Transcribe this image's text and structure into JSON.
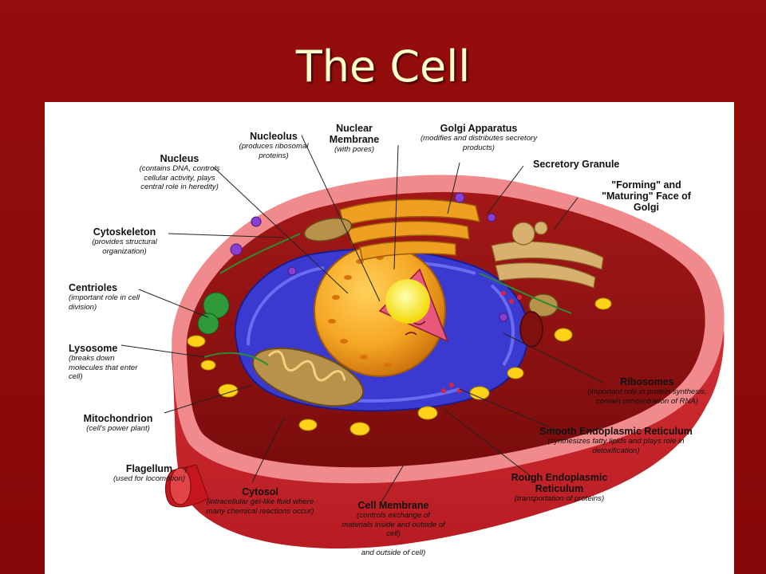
{
  "slide": {
    "title": "The Cell"
  },
  "labels": {
    "nucleolus": {
      "name": "Nucleolus",
      "desc": "(produces ribosomal proteins)"
    },
    "nuclear_membrane": {
      "name": "Nuclear Membrane",
      "desc": "(with pores)"
    },
    "golgi": {
      "name": "Golgi Apparatus",
      "desc": "(modifies and distributes secretory products)"
    },
    "secretory_granule": {
      "name": "Secretory Granule"
    },
    "golgi_face": {
      "name": "\"Forming\" and \"Maturing\" Face of Golgi"
    },
    "nucleus": {
      "name": "Nucleus",
      "desc": "(contains DNA, controls cellular activity, plays central role in heredity)"
    },
    "cytoskeleton": {
      "name": "Cytoskeleton",
      "desc": "(provides structural organization)"
    },
    "centrioles": {
      "name": "Centrioles",
      "desc": "(important role in cell division)"
    },
    "lysosome": {
      "name": "Lysosome",
      "desc": "(breaks down molecules that enter cell)"
    },
    "mitochondrion": {
      "name": "Mitochondrion",
      "desc": "(cell's power plant)"
    },
    "flagellum": {
      "name": "Flagellum",
      "desc": "(used for locomotion)"
    },
    "cytosol": {
      "name": "Cytosol",
      "desc": "(intracellular gel-like fluid where many chemical reactions occur)"
    },
    "cell_membrane": {
      "name": "Cell Membrane",
      "desc": "(controls exchange of materials inside and outside of cell)"
    },
    "ribosomes": {
      "name": "Ribosomes",
      "desc": "(important role in protein synthesis, contain concentration of RNA)"
    },
    "smooth_er": {
      "name": "Smooth Endoplasmic Reticulum",
      "desc": "(synthesizes fatty lipids and plays role in detoxification)"
    },
    "rough_er": {
      "name": "Rough Endoplasmic Reticulum",
      "desc": "(transportation of proteins)"
    },
    "cut_off_text": "and outside of cell)"
  },
  "colors": {
    "slide_background": "#8b0a0a",
    "title_text": "#ffffcc",
    "cell_membrane": "#d8252b",
    "cytosol": "#9b1414",
    "nucleus": "#f5a623",
    "nucleolus": "#ffe94a",
    "endoplasmic_reticulum": "#3d3dd6",
    "golgi": "#f0a020",
    "organelle_vesicles": "#ffd21a"
  }
}
